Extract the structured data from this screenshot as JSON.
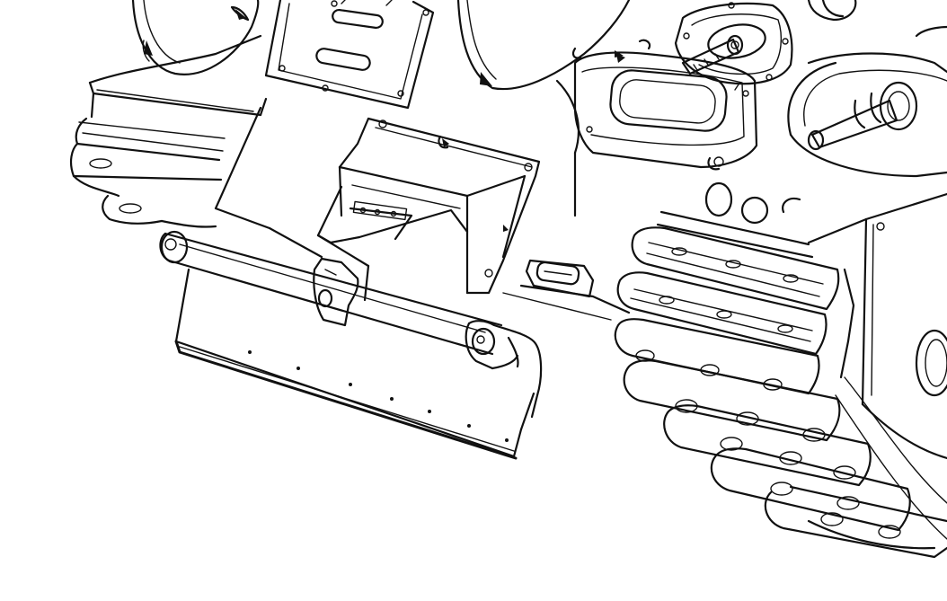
{
  "colors": {
    "paper": "#ffffff",
    "ink": "#111111"
  },
  "artwork": {
    "style": "black-and-white line drawing",
    "elements": [
      "hull-front-plate",
      "access-hatch-top",
      "inspection-port",
      "tow-hook-housing",
      "front-roller-bar",
      "mud-flap-plate",
      "drive-sprocket-hub",
      "track-links",
      "towing-eye",
      "small-rectangular-port"
    ]
  }
}
